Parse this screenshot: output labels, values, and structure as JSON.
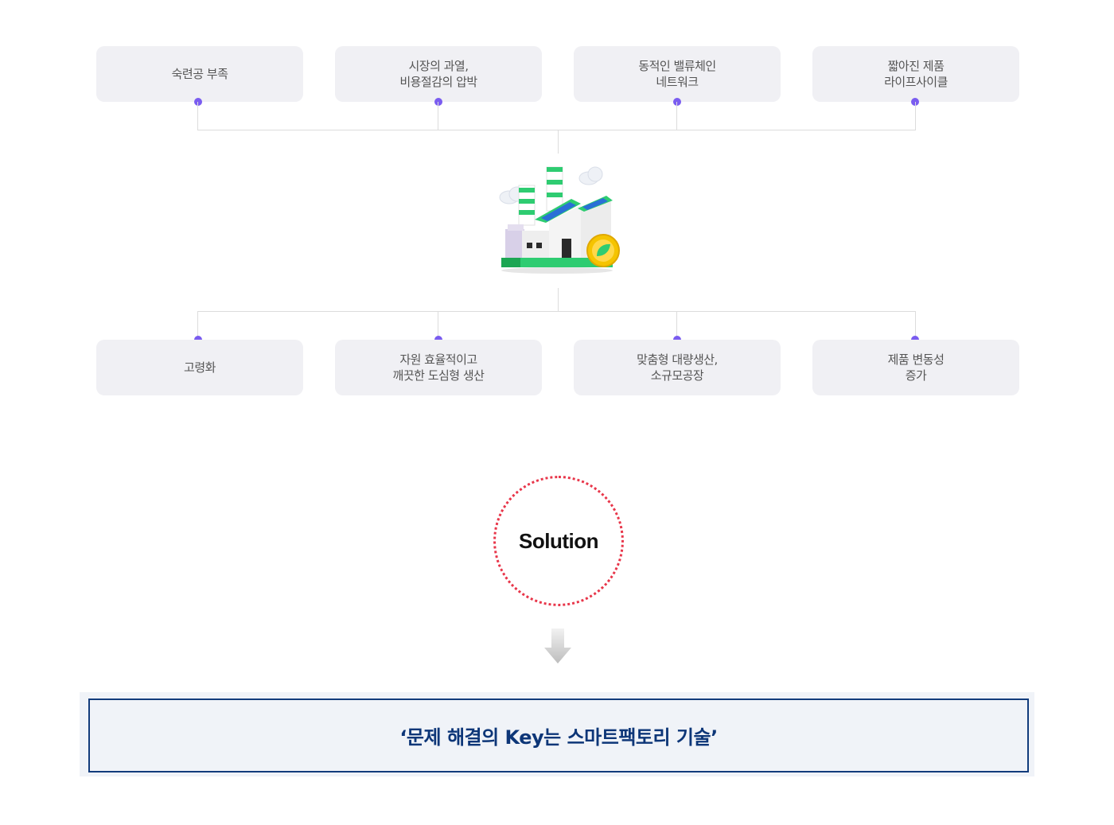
{
  "problems": [
    {
      "label": "숙련공 부족"
    },
    {
      "label": "시장의 과열,\n비용절감의 압박"
    },
    {
      "label": "동적인 밸류체인\n네트워크"
    },
    {
      "label": "짧아진 제품\n라이프사이클"
    }
  ],
  "changes": [
    {
      "label": "고령화"
    },
    {
      "label": "자원 효율적이고\n깨끗한 도심형 생산"
    },
    {
      "label": "맞춤형 대량생산,\n소규모공장"
    },
    {
      "label": "제품 변동성\n증가"
    }
  ],
  "center_icon": "smart-factory-icon",
  "solution_label": "Solution",
  "key_message": "‘문제 해결의 Key는 스마트팩토리 기술’",
  "colors": {
    "dot": "#7a5cf0",
    "solution_ring": "#e8364a",
    "key_border": "#123c7c",
    "key_text": "#0d3678"
  }
}
